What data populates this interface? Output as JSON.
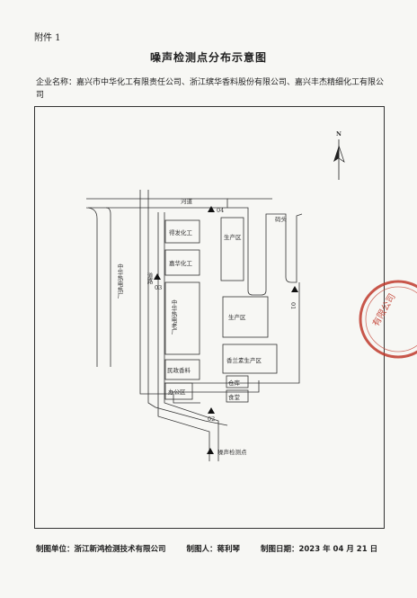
{
  "header": {
    "annex": "附件 1",
    "title": "噪声检测点分布示意图"
  },
  "company": {
    "text": "企业名称：嘉兴市中华化工有限责任公司、浙江缤华香料股份有限公司、嘉兴丰杰精细化工有限公司"
  },
  "map": {
    "north": "N",
    "river": "河道",
    "road": "道路",
    "wharf": "码头",
    "areas": {
      "cpp": "中华热电热厂",
      "tianfa": "得发化工",
      "jiahua": "嘉华化工",
      "old_cpp": "中华热电老厂",
      "minzheng": "民政香料",
      "office": "办公区",
      "prod1": "生产区",
      "prod2": "生产区",
      "vanilla": "香兰素生产区",
      "warehouse": "仓库",
      "canteen": "食堂"
    },
    "points": [
      {
        "id": "01"
      },
      {
        "id": "02"
      },
      {
        "id": "03"
      },
      {
        "id": "04"
      }
    ],
    "legend": "噪声检测点"
  },
  "footer": {
    "unit": "制图单位：浙江新鸿检测技术有限公司",
    "person": "制图人：蒋利琴",
    "date": "制图日期：2023 年 04 月 21 日"
  },
  "seal": {
    "text": "有限公司"
  },
  "colors": {
    "ink": "#222222",
    "seal": "#c0392b"
  }
}
